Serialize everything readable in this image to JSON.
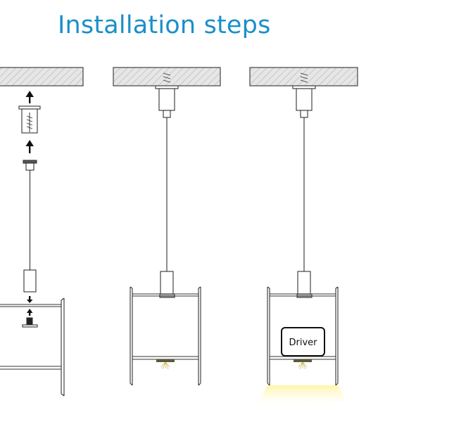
{
  "title": "Installation steps",
  "steps": [
    {
      "name": "step-1-exploded"
    },
    {
      "name": "step-2-assembled"
    },
    {
      "name": "step-3-lit",
      "driver_label": "Driver"
    }
  ],
  "colors": {
    "title": "#1a8fca",
    "line": "#333333",
    "concrete": "#e4e4e4",
    "light_glow": "#fff3a0"
  }
}
